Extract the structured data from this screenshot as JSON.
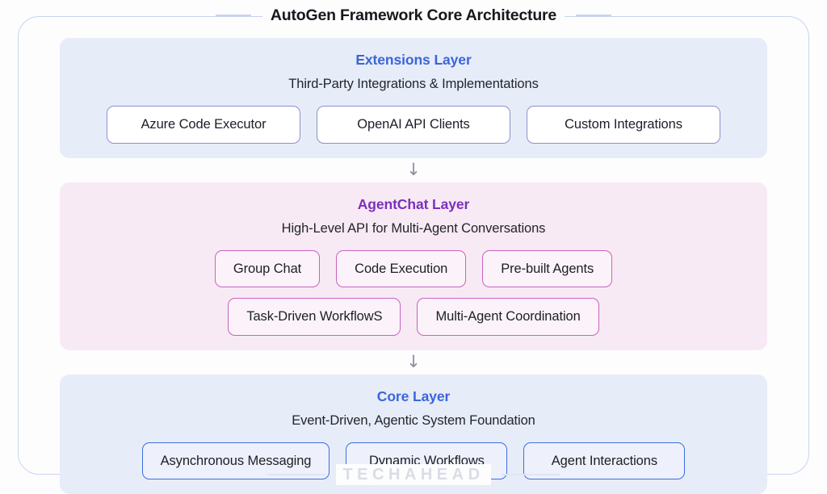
{
  "page": {
    "title": "AutoGen Framework Core Architecture",
    "brand": "TECHAHEAD"
  },
  "colors": {
    "extensions_heading": "#3b66d8",
    "agentchat_heading": "#7b2fbe",
    "core_heading": "#3b66d8",
    "extensions_panel": "#e7ecf9",
    "agentchat_panel": "#f8eaf4",
    "core_panel": "#e7ecf9",
    "extensions_chip_border": "#8d92c9",
    "agentchat_chip_border": "#c763c0",
    "core_chip_border": "#3b6fe0",
    "card_border": "#c8d4ee",
    "arrow": "#8b8f99",
    "brand_text": "#d9dde6"
  },
  "layers": [
    {
      "id": "extensions",
      "heading": "Extensions Layer",
      "subtitle": "Third-Party Integrations & Implementations",
      "rows": [
        [
          "Azure Code Executor",
          "OpenAI API Clients",
          "Custom Integrations"
        ]
      ]
    },
    {
      "id": "agentchat",
      "heading": "AgentChat Layer",
      "subtitle": "High-Level API for Multi-Agent Conversations",
      "rows": [
        [
          "Group Chat",
          "Code Execution",
          "Pre-built Agents"
        ],
        [
          "Task-Driven WorkflowS",
          "Multi-Agent Coordination"
        ]
      ]
    },
    {
      "id": "core",
      "heading": "Core Layer",
      "subtitle": "Event-Driven, Agentic System Foundation",
      "rows": [
        [
          "Asynchronous Messaging",
          "Dynamic Workflows",
          "Agent Interactions"
        ]
      ]
    }
  ],
  "connectors": [
    {
      "icon": "arrow-down-icon",
      "glyph": "↓"
    },
    {
      "icon": "arrow-down-icon",
      "glyph": "↓"
    }
  ]
}
